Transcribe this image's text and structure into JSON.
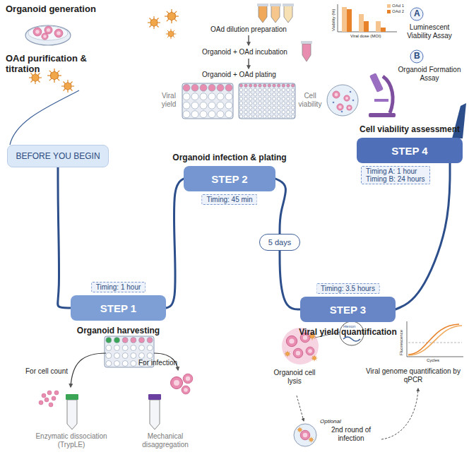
{
  "diagram": {
    "nodes": [
      {
        "text": [
          "BEFORE YOU BEGIN"
        ]
      },
      {
        "text": [
          "Timing: 1 hour",
          "STEP 1",
          "Organoid harvesting"
        ]
      },
      {
        "text": [
          "Organoid infection & plating",
          "STEP 2",
          "Timing: 45 min"
        ]
      },
      {
        "text": [
          "5 days"
        ]
      },
      {
        "text": [
          "Timing: 3.5 hours",
          "STEP 3",
          "Viral yield quantification"
        ]
      },
      {
        "text": [
          "Cell viability assessment",
          "STEP 4",
          "Timing A: 1 hour",
          "Timing B: 24 hours"
        ]
      }
    ],
    "edges": [
      {
        "from": 0,
        "to": 1,
        "arrow": "none"
      },
      {
        "from": 1,
        "to": 2,
        "arrow": "none"
      },
      {
        "from": 2,
        "to": 3,
        "arrow": "none"
      },
      {
        "from": 3,
        "to": 4,
        "arrow": "none"
      },
      {
        "from": 4,
        "to": 5,
        "arrow": "none"
      }
    ],
    "labels": [
      "Organoid generation",
      "OAd purification & titration",
      "OAd dilution preparation",
      "Organoid + OAd incubation",
      "Organoid + OAd plating",
      "Viral yield",
      "Cell viability",
      "Viability (%)",
      "Viral dose (MOI)",
      "A",
      "Luminescent Viability Assay",
      "B",
      "Organoid Formation Assay",
      "For cell count",
      "For infection",
      "Enzymatic dissociation (TrypLE)",
      "Mechanical disaggregation",
      "Organoid cell lysis",
      "Hexon",
      "Fluorescence",
      "Cycles",
      "Viral genome quantification by qPCR",
      "Optional",
      "2nd round of infection"
    ],
    "legend": [
      {
        "text": "OAd 1",
        "color": "#f5c48f"
      },
      {
        "text": "OAd 2",
        "color": "#e8822a"
      }
    ]
  }
}
